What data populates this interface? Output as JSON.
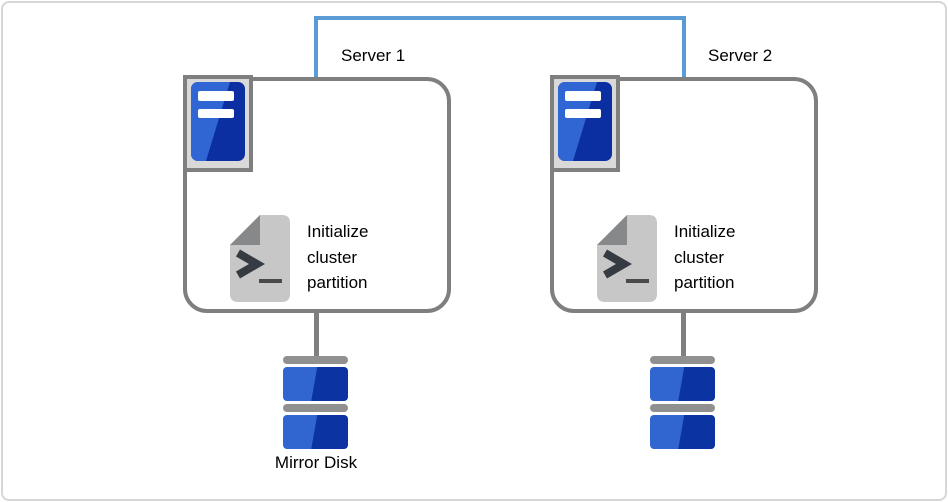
{
  "diagram": {
    "kind": "cluster-mirror-disk-initialization",
    "interconnect": {
      "description": "link connecting Server 1 and Server 2",
      "color": "#5b9bd5"
    },
    "servers": [
      {
        "name": "Server 1",
        "action": "Initialize cluster partition",
        "disk_label": "Mirror Disk"
      },
      {
        "name": "Server 2",
        "action": "Initialize cluster partition",
        "disk_label": ""
      }
    ],
    "icons": {
      "server": "server-tower-icon",
      "script": "script-terminal-icon",
      "disk": "disk-stack-icon"
    },
    "colors": {
      "node_border_gray": "#7f7f7f",
      "badge_background_gray": "#d9d9d9",
      "disk_blue_light": "#3166d0",
      "disk_blue_dark": "#0b33a1",
      "server_icon_blue_light": "#2f66d4",
      "server_icon_blue_dark": "#0b2fa0",
      "script_page_gray": "#c7c7c7",
      "script_fold_gray": "#87888a",
      "disk_cap_gray": "#909090"
    }
  }
}
